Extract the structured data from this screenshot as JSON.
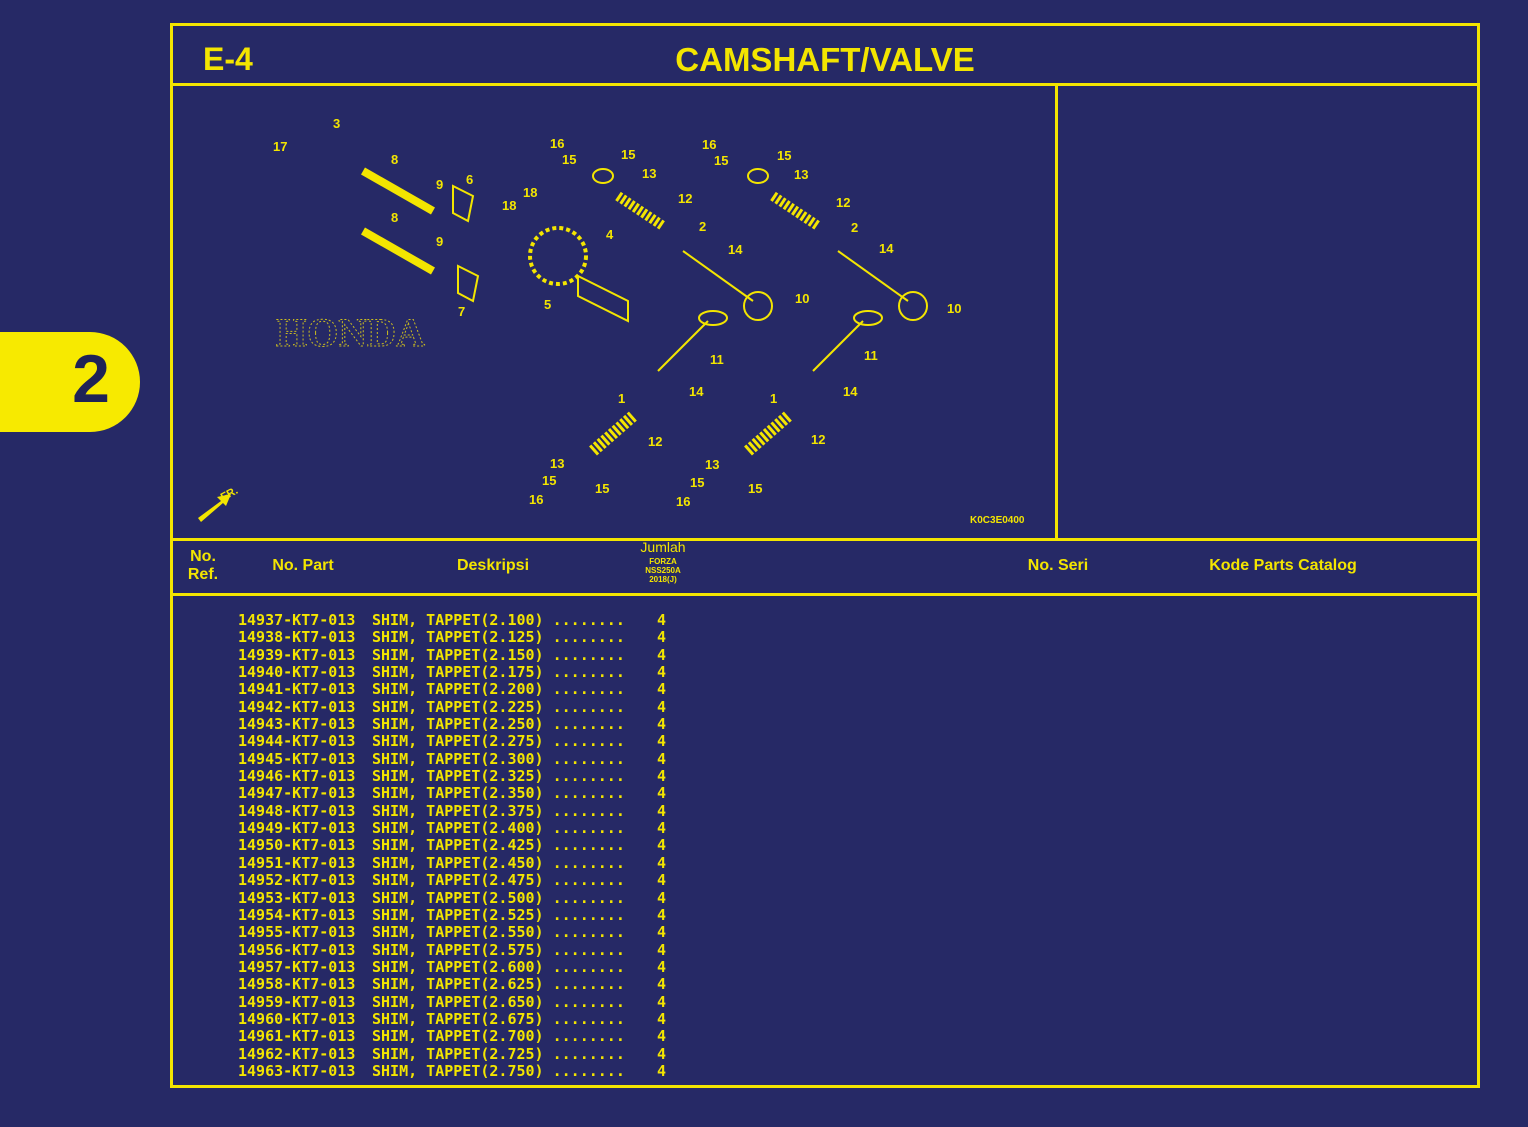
{
  "section_tab": "2",
  "header": {
    "code": "E-4",
    "title": "CAMSHAFT/VALVE"
  },
  "diagram": {
    "image_code": "K0C3E0400",
    "front_marker": "FR.",
    "logo_watermark": "HONDA",
    "callouts": [
      "17",
      "3",
      "8",
      "8",
      "9",
      "9",
      "6",
      "18",
      "18",
      "7",
      "4",
      "5",
      "16",
      "15",
      "15",
      "13",
      "12",
      "2",
      "14",
      "10",
      "11",
      "14",
      "1",
      "12",
      "13",
      "15",
      "15",
      "16",
      "16",
      "15",
      "15",
      "13",
      "12",
      "2",
      "14",
      "10",
      "11",
      "14",
      "1",
      "12",
      "13",
      "15",
      "15",
      "16"
    ]
  },
  "table": {
    "headers": {
      "ref": "No. Ref.",
      "ref_line1": "No.",
      "ref_line2": "Ref.",
      "part": "No. Part",
      "desc": "Deskripsi",
      "qty": "Jumlah",
      "qty_model1": "FORZA",
      "qty_model2": "NSS250A",
      "qty_model3": "2018(J)",
      "serial": "No. Seri",
      "catalog": "Kode Parts Catalog"
    },
    "rows": [
      {
        "part": "14937-KT7-013",
        "desc": "SHIM, TAPPET(2.100) ........",
        "qty": "4"
      },
      {
        "part": "14938-KT7-013",
        "desc": "SHIM, TAPPET(2.125) ........",
        "qty": "4"
      },
      {
        "part": "14939-KT7-013",
        "desc": "SHIM, TAPPET(2.150) ........",
        "qty": "4"
      },
      {
        "part": "14940-KT7-013",
        "desc": "SHIM, TAPPET(2.175) ........",
        "qty": "4"
      },
      {
        "part": "14941-KT7-013",
        "desc": "SHIM, TAPPET(2.200) ........",
        "qty": "4"
      },
      {
        "part": "14942-KT7-013",
        "desc": "SHIM, TAPPET(2.225) ........",
        "qty": "4"
      },
      {
        "part": "14943-KT7-013",
        "desc": "SHIM, TAPPET(2.250) ........",
        "qty": "4"
      },
      {
        "part": "14944-KT7-013",
        "desc": "SHIM, TAPPET(2.275) ........",
        "qty": "4"
      },
      {
        "part": "14945-KT7-013",
        "desc": "SHIM, TAPPET(2.300) ........",
        "qty": "4"
      },
      {
        "part": "14946-KT7-013",
        "desc": "SHIM, TAPPET(2.325) ........",
        "qty": "4"
      },
      {
        "part": "14947-KT7-013",
        "desc": "SHIM, TAPPET(2.350) ........",
        "qty": "4"
      },
      {
        "part": "14948-KT7-013",
        "desc": "SHIM, TAPPET(2.375) ........",
        "qty": "4"
      },
      {
        "part": "14949-KT7-013",
        "desc": "SHIM, TAPPET(2.400) ........",
        "qty": "4"
      },
      {
        "part": "14950-KT7-013",
        "desc": "SHIM, TAPPET(2.425) ........",
        "qty": "4"
      },
      {
        "part": "14951-KT7-013",
        "desc": "SHIM, TAPPET(2.450) ........",
        "qty": "4"
      },
      {
        "part": "14952-KT7-013",
        "desc": "SHIM, TAPPET(2.475) ........",
        "qty": "4"
      },
      {
        "part": "14953-KT7-013",
        "desc": "SHIM, TAPPET(2.500) ........",
        "qty": "4"
      },
      {
        "part": "14954-KT7-013",
        "desc": "SHIM, TAPPET(2.525) ........",
        "qty": "4"
      },
      {
        "part": "14955-KT7-013",
        "desc": "SHIM, TAPPET(2.550) ........",
        "qty": "4"
      },
      {
        "part": "14956-KT7-013",
        "desc": "SHIM, TAPPET(2.575) ........",
        "qty": "4"
      },
      {
        "part": "14957-KT7-013",
        "desc": "SHIM, TAPPET(2.600) ........",
        "qty": "4"
      },
      {
        "part": "14958-KT7-013",
        "desc": "SHIM, TAPPET(2.625) ........",
        "qty": "4"
      },
      {
        "part": "14959-KT7-013",
        "desc": "SHIM, TAPPET(2.650) ........",
        "qty": "4"
      },
      {
        "part": "14960-KT7-013",
        "desc": "SHIM, TAPPET(2.675) ........",
        "qty": "4"
      },
      {
        "part": "14961-KT7-013",
        "desc": "SHIM, TAPPET(2.700) ........",
        "qty": "4"
      },
      {
        "part": "14962-KT7-013",
        "desc": "SHIM, TAPPET(2.725) ........",
        "qty": "4"
      },
      {
        "part": "14963-KT7-013",
        "desc": "SHIM, TAPPET(2.750) ........",
        "qty": "4"
      }
    ]
  },
  "colors": {
    "background": "#262966",
    "accent": "#f3e500"
  }
}
